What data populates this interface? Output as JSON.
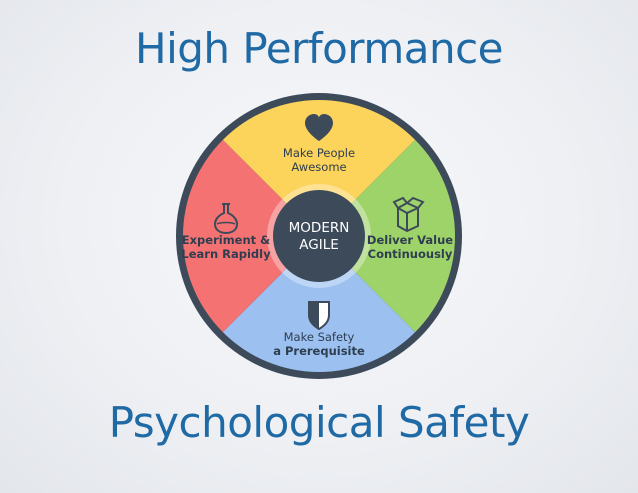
{
  "slide": {
    "title_top": "High Performance",
    "title_bottom": "Psychological Safety"
  },
  "wheel": {
    "center": {
      "line1": "MODERN",
      "line2": "AGILE"
    },
    "segments": [
      {
        "position": "top",
        "line1": "Make People",
        "line2": "Awesome",
        "icon": "heart-icon",
        "color": "#fcd35b"
      },
      {
        "position": "right",
        "line1": "Deliver Value",
        "line2": "Continuously",
        "icon": "gift-box-icon",
        "color": "#9ed36a"
      },
      {
        "position": "bottom",
        "line1": "Make Safety",
        "line2": "a Prerequisite",
        "icon": "shield-icon",
        "color": "#9cc0f0"
      },
      {
        "position": "left",
        "line1": "Experiment &",
        "line2": "Learn Rapidly",
        "icon": "flask-icon",
        "color": "#f47272"
      }
    ],
    "ring_color": "#3c4a5a",
    "hub_color": "#3c4a5a"
  }
}
